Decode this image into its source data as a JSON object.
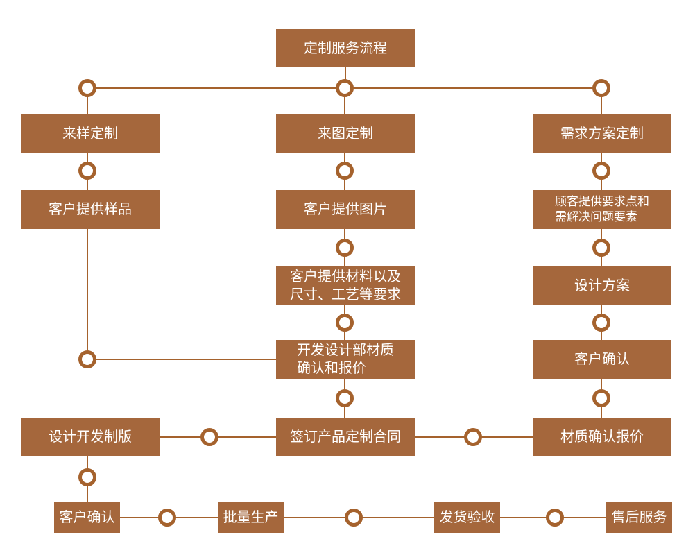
{
  "diagram_title": "定制服务流程",
  "colors": {
    "box_fill": "#A5673C",
    "connector": "#A5622D",
    "node_ring": "#A5622D",
    "node_center": "#FFFFFF",
    "text": "#FFFFFF",
    "background": "#FFFFFF"
  },
  "nodes": {
    "root": "定制服务流程",
    "sample_custom": "来样定制",
    "sample_provide": "客户提供样品",
    "image_custom": "来图定制",
    "image_provide": "客户提供图片",
    "materials_requirements": "客户提供材料以及\n尺寸、工艺等要求",
    "dev_confirm_quote": "开发设计部材质\n确认和报价",
    "demand_custom": "需求方案定制",
    "demand_provide": "顾客提供要求点和\n需解决问题要素",
    "design_plan": "设计方案",
    "client_confirm_mid": "客户确认",
    "material_confirm_quote": "材质确认报价",
    "design_dev_plate": "设计开发制版",
    "sign_contract": "签订产品定制合同",
    "client_confirm_final": "客户确认",
    "batch_production": "批量生产",
    "delivery_check": "发货验收",
    "after_sales": "售后服务"
  }
}
